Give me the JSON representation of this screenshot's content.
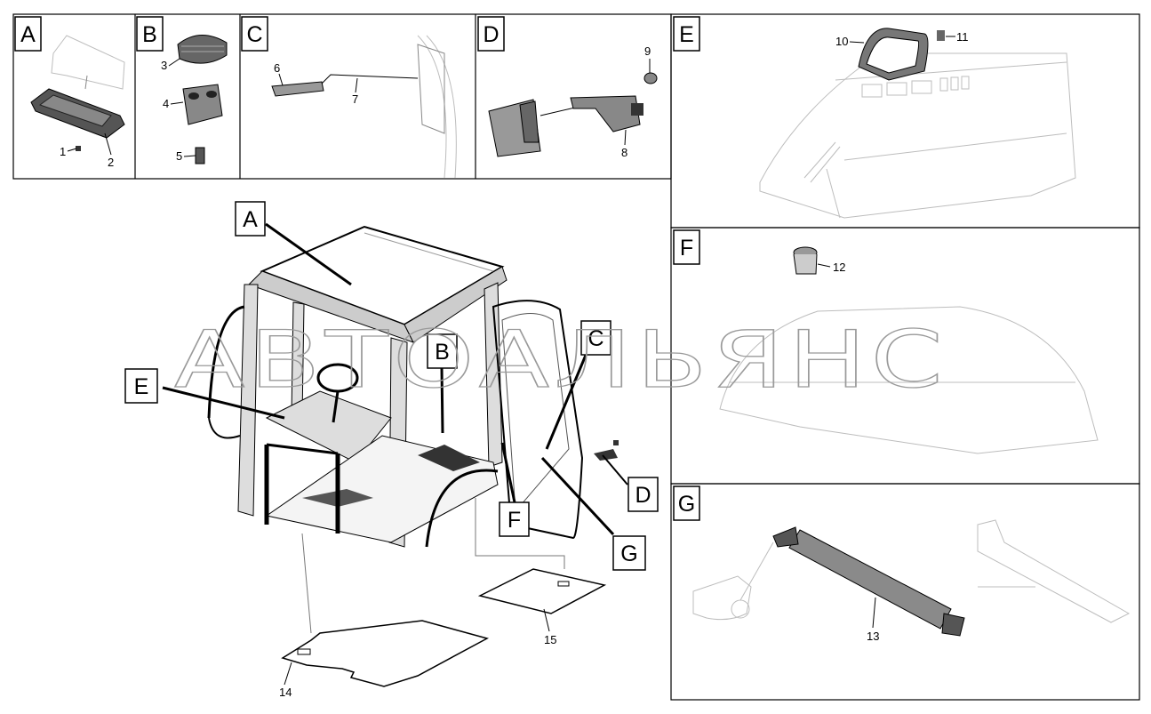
{
  "watermark": "АВТОАЛЬЯНС",
  "panels": {
    "A": {
      "label": "A",
      "parts": [
        "1",
        "2"
      ]
    },
    "B": {
      "label": "B",
      "parts": [
        "3",
        "4",
        "5"
      ]
    },
    "C": {
      "label": "C",
      "parts": [
        "6",
        "7"
      ]
    },
    "D": {
      "label": "D",
      "parts": [
        "9",
        "8"
      ]
    },
    "E": {
      "label": "E",
      "parts": [
        "10",
        "11"
      ]
    },
    "F": {
      "label": "F",
      "parts": [
        "12"
      ]
    },
    "G": {
      "label": "G",
      "parts": [
        "13"
      ]
    }
  },
  "callouts": [
    "A",
    "B",
    "C",
    "D",
    "E",
    "F",
    "G"
  ],
  "main_parts": [
    "14",
    "15"
  ]
}
